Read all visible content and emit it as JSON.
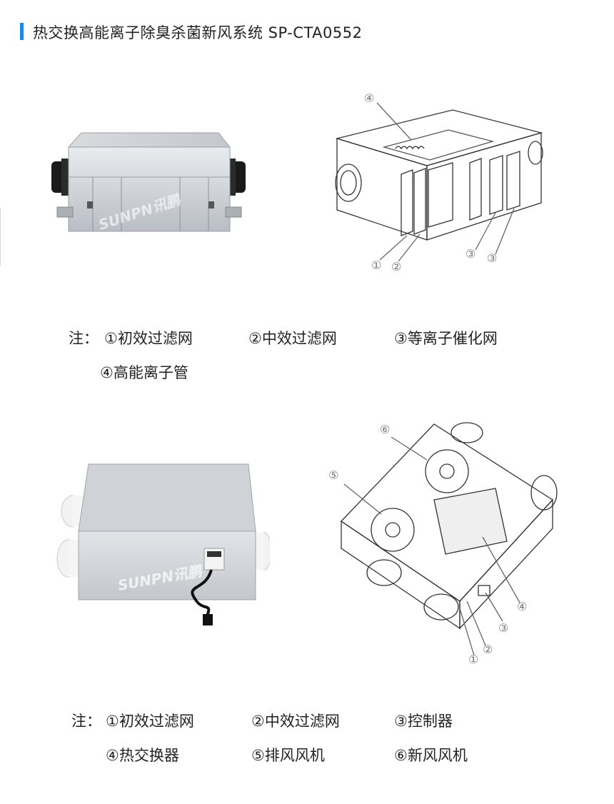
{
  "header": {
    "title": "热交换高能离子除臭杀菌新风系统 SP-CTA0552",
    "accent_color": "#1f8ae6"
  },
  "section1": {
    "product_watermark": "SUNPN讯鹏",
    "callouts": [
      "④",
      "①",
      "②",
      "③",
      "③"
    ],
    "note_prefix": "注：",
    "notes": [
      "①初效过滤网",
      "②中效过滤网",
      "③等离子催化网",
      "④高能离子管"
    ]
  },
  "section2": {
    "product_watermark": "SUNPN讯鹏",
    "callouts": [
      "⑥",
      "⑤",
      "④",
      "③",
      "②",
      "①"
    ],
    "note_prefix": "注：",
    "notes": [
      "①初效过滤网",
      "②中效过滤网",
      "③控制器",
      "④热交换器",
      "⑤排风风机",
      "⑥新风风机"
    ]
  }
}
